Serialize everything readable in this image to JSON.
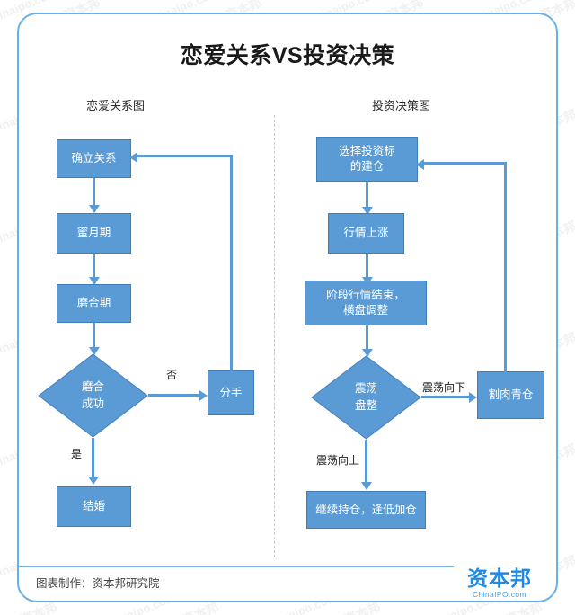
{
  "page": {
    "title": "恋爱关系VS投资决策",
    "accent_color": "#5b9bd5",
    "frame_color": "#6ab0e8",
    "node_fill": "#5b9bd5",
    "node_border": "#417ebc"
  },
  "columns": {
    "left": {
      "subtitle": "恋爱关系图"
    },
    "right": {
      "subtitle": "投资决策图"
    }
  },
  "left_flow": {
    "nodes": {
      "n1": "确立关系",
      "n2": "蜜月期",
      "n3": "磨合期",
      "decision": "磨合\n成功",
      "breakup": "分手",
      "marry": "结婚"
    },
    "edge_labels": {
      "no": "否",
      "yes": "是"
    }
  },
  "right_flow": {
    "nodes": {
      "n1": "选择投资标\n的建仓",
      "n2": "行情上涨",
      "n3": "阶段行情结束，\n横盘调整",
      "decision": "震荡\n盘整",
      "cut_loss": "割肉青仓",
      "hold": "继续持仓，逢低加仓"
    },
    "edge_labels": {
      "down": "震荡向下",
      "up": "震荡向上"
    }
  },
  "footer": {
    "credit": "图表制作：资本邦研究院",
    "logo_cn": "资本邦",
    "logo_en": "ChinaIPO.com"
  },
  "watermarks": {
    "en": "Chinaipo.com",
    "cn": "资本邦"
  }
}
